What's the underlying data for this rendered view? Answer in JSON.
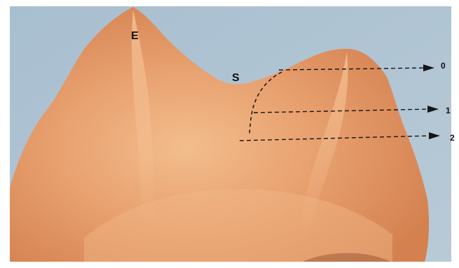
{
  "image": {
    "colors": {
      "background": "#aec3d2",
      "tooth": "#e39766",
      "tooth_light": "#f0b584",
      "tooth_dark": "#c7744a",
      "border": "#ffffff",
      "annotation": "#151515"
    },
    "labels": {
      "e": "E",
      "s": "S",
      "level_0": "0",
      "level_1": "1",
      "level_2": "2"
    }
  }
}
